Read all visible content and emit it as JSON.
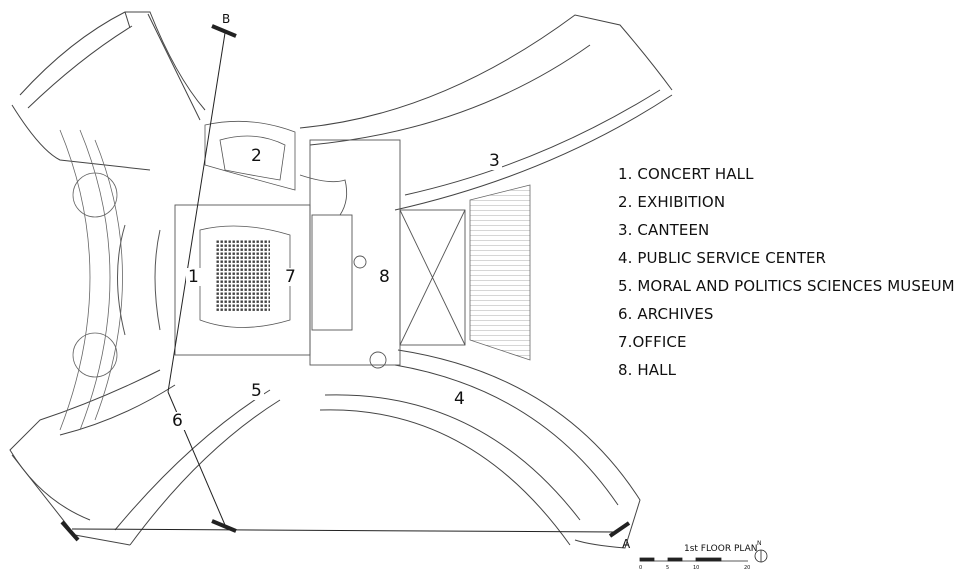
{
  "legend": [
    "1. CONCERT HALL",
    "2. EXHIBITION",
    "3. CANTEEN",
    "4. PUBLIC SERVICE CENTER",
    "5. MORAL AND POLITICS SCIENCES MUSEUM",
    "6. ARCHIVES",
    "7.OFFICE",
    "8. HALL"
  ],
  "room_labels": [
    "1",
    "2",
    "3",
    "4",
    "5",
    "6",
    "7",
    "8"
  ],
  "section_marks": {
    "a": "A",
    "b": "B"
  },
  "plan_title": "1st FLOOR PLAN",
  "scale_marks": [
    "0",
    "5",
    "10",
    "20"
  ],
  "north_mark": "N"
}
